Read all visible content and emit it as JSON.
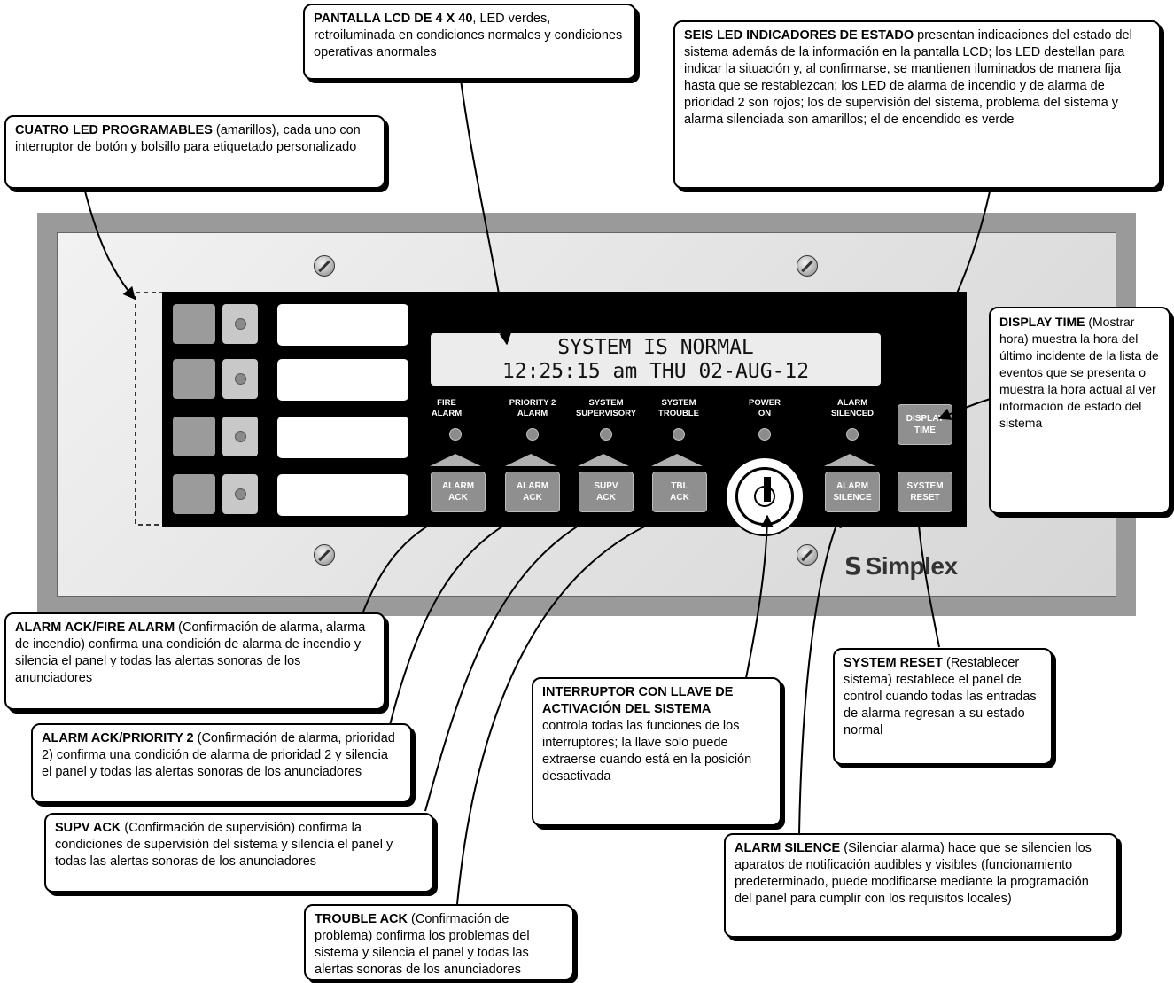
{
  "callouts": {
    "programmable_leds": {
      "title": "CUATRO LED PROGRAMABLES",
      "text": " (amarillos), cada uno con interruptor de botón y bolsillo para etiquetado personalizado"
    },
    "lcd_display": {
      "title": "PANTALLA LCD DE 4 X 40",
      "text": ", LED verdes, retroiluminada en condiciones normales y condiciones operativas anormales"
    },
    "status_leds": {
      "title": "SEIS LED INDICADORES DE ESTADO",
      "text": " presentan indicaciones del estado del sistema además de la información en la pantalla LCD; los LED destellan para indicar la situación y, al confirmarse, se mantienen iluminados de manera fija hasta que se restablezcan; los LED de alarma de incendio y de alarma de prioridad 2 son rojos; los de supervisión del sistema, problema del sistema y alarma silenciada son amarillos; el de encendido es verde"
    },
    "display_time": {
      "title": "DISPLAY TIME",
      "text": " (Mostrar hora) muestra la hora del último incidente de la lista de eventos que se presenta o muestra la hora actual al ver información de estado del sistema"
    },
    "alarm_ack_fire": {
      "title": "ALARM ACK/FIRE ALARM",
      "text": " (Confirmación de alarma, alarma de incendio) confirma una condición de alarma de incendio y silencia el panel y todas las alertas sonoras de los anunciadores"
    },
    "alarm_ack_priority2": {
      "title": "ALARM ACK/PRIORITY 2",
      "text": " (Confirmación de alarma, prioridad 2) confirma una condición de alarma de prioridad 2 y silencia el panel y todas las alertas sonoras de los anunciadores"
    },
    "supv_ack": {
      "title": "SUPV ACK",
      "text": " (Confirmación de supervisión) confirma la condiciones de supervisión del sistema y silencia el panel y todas las alertas sonoras de los anunciadores"
    },
    "trouble_ack": {
      "title": "TROUBLE ACK",
      "text": " (Confirmación de problema) confirma los problemas del sistema y silencia el panel y todas las alertas sonoras de los anunciadores"
    },
    "key_switch": {
      "title": "INTERRUPTOR CON LLAVE DE ACTIVACIÓN DEL SISTEMA",
      "text": "controla todas las funciones de los interruptores; la llave solo puede extraerse cuando está en la posición desactivada"
    },
    "system_reset": {
      "title": "SYSTEM RESET",
      "text": " (Restablecer sistema) restablece el panel de control cuando todas las entradas de alarma regresan a su estado normal"
    },
    "alarm_silence": {
      "title": "ALARM SILENCE",
      "text": " (Silenciar alarma) hace que se silencien los aparatos de notificación audibles y visibles (funcionamiento predeterminado, puede modificarse mediante la programación del panel para cumplir con los requisitos locales)"
    }
  },
  "lcd": {
    "line1": "SYSTEM IS NORMAL",
    "line2": "12:25:15 am THU 02-AUG-12"
  },
  "led_indicators": [
    {
      "line1": "FIRE",
      "line2": "ALARM"
    },
    {
      "line1": "PRIORITY 2",
      "line2": "ALARM"
    },
    {
      "line1": "SYSTEM",
      "line2": "SUPERVISORY"
    },
    {
      "line1": "SYSTEM",
      "line2": "TROUBLE"
    },
    {
      "line1": "POWER",
      "line2": "ON"
    },
    {
      "line1": "ALARM",
      "line2": "SILENCED"
    }
  ],
  "buttons": {
    "alarm_ack_1": {
      "line1": "ALARM",
      "line2": "ACK"
    },
    "alarm_ack_2": {
      "line1": "ALARM",
      "line2": "ACK"
    },
    "supv_ack": {
      "line1": "SUPV",
      "line2": "ACK"
    },
    "tbl_ack": {
      "line1": "TBL",
      "line2": "ACK"
    },
    "alarm_silence": {
      "line1": "ALARM",
      "line2": "SILENCE"
    },
    "system_reset": {
      "line1": "SYSTEM",
      "line2": "RESET"
    },
    "display_time": {
      "line1": "DISPLAY",
      "line2": "TIME"
    }
  },
  "logo": {
    "mark": "S",
    "name": "Simplex"
  },
  "colors": {
    "panel_black": "#000000",
    "button_gray": "#8f8f8f",
    "lcd_bg": "#ececec",
    "frame_gray": "#9a9a9a"
  }
}
